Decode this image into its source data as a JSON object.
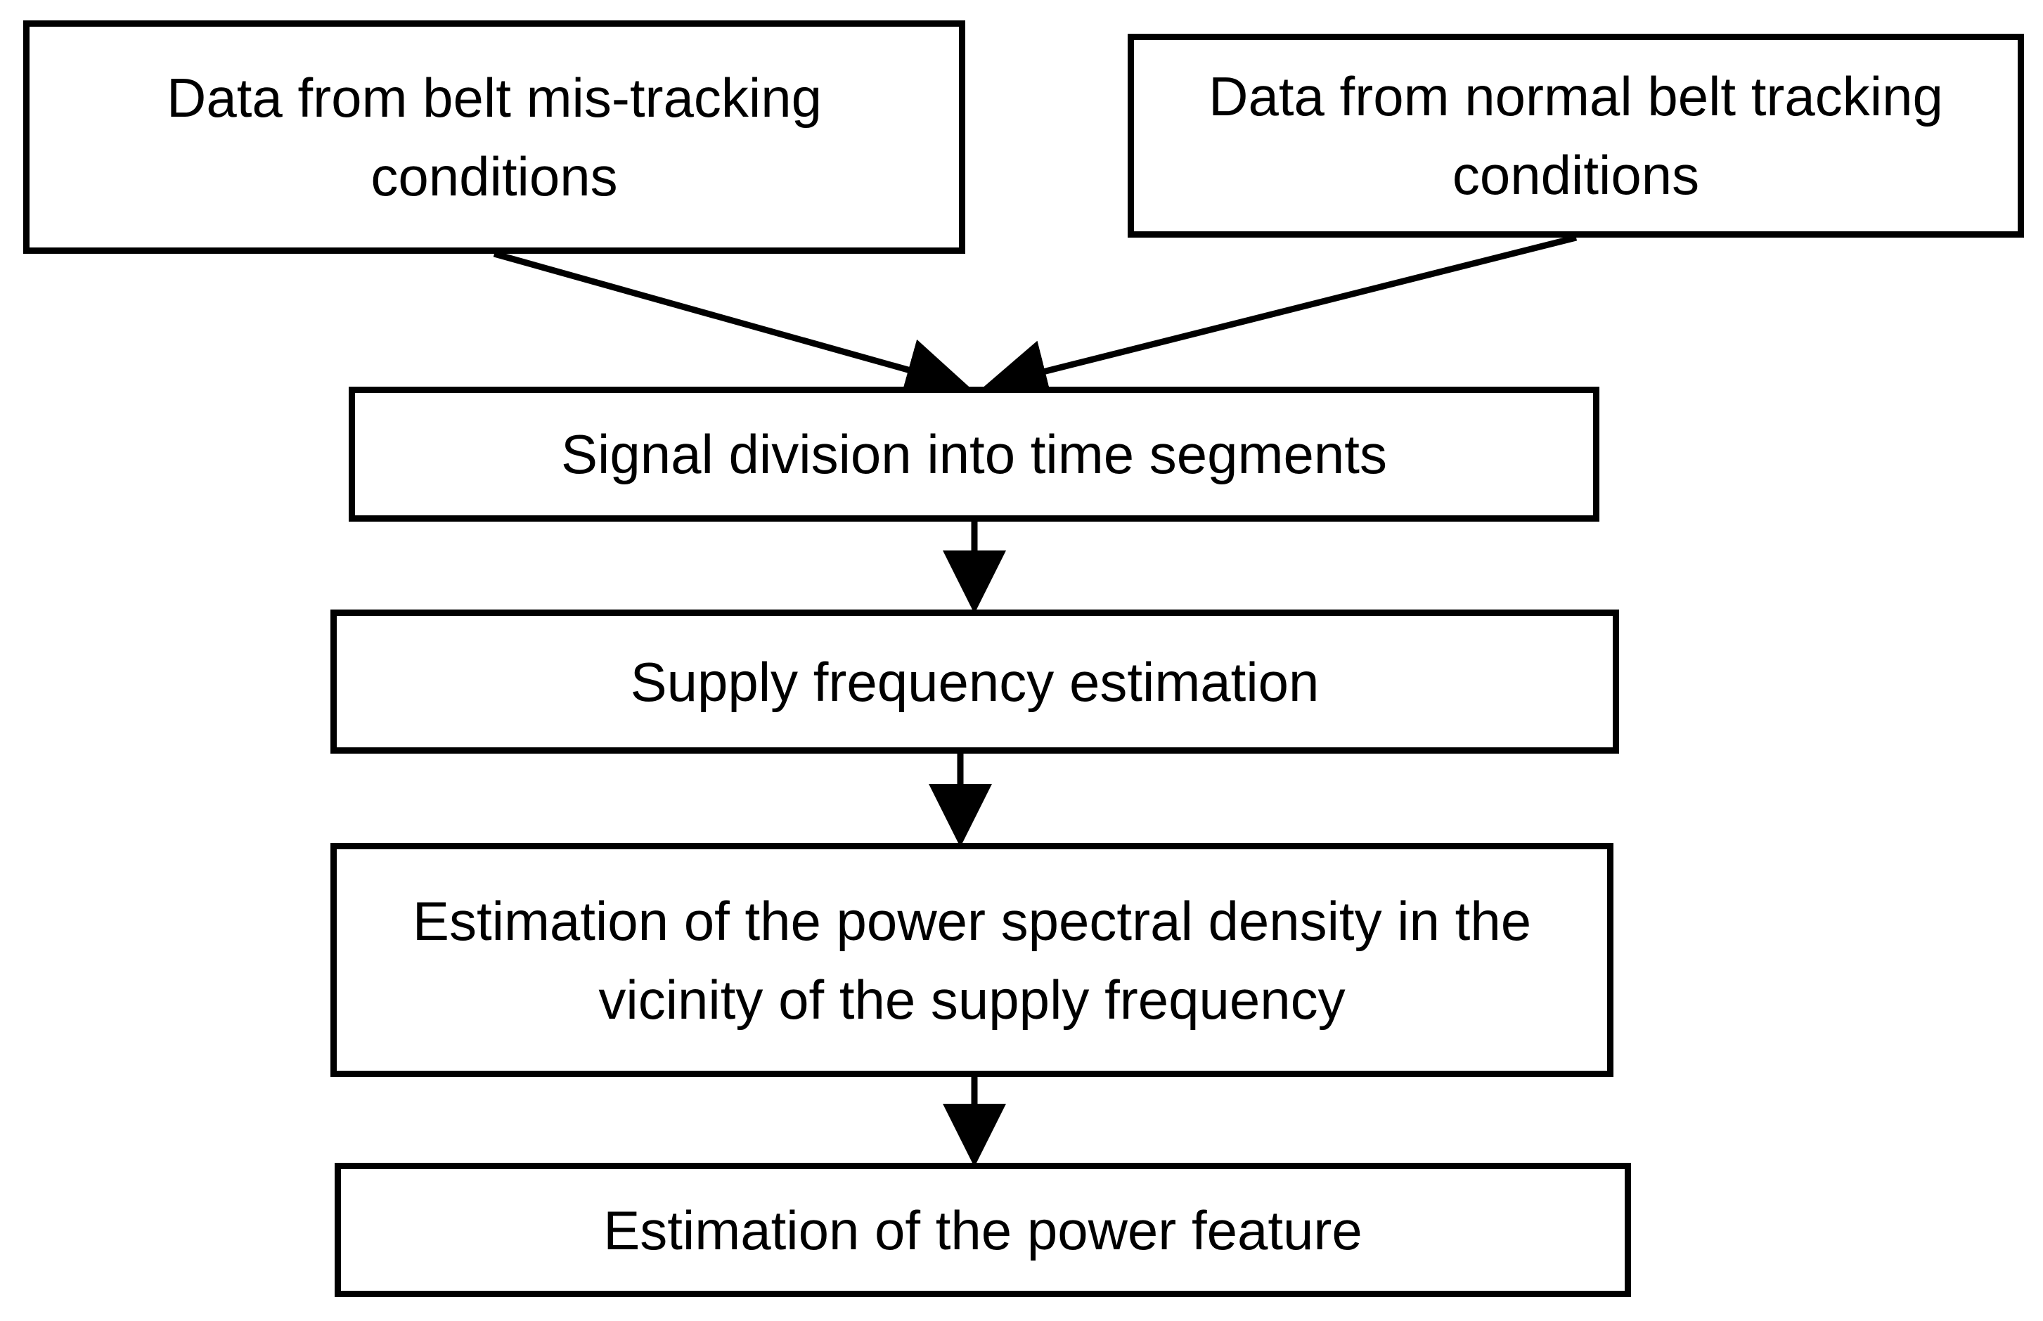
{
  "flowchart": {
    "inputs": {
      "misalignment": "Data from belt mis-tracking conditions",
      "normal": "Data from normal belt tracking conditions"
    },
    "steps": [
      "Signal division into time segments",
      "Supply frequency estimation",
      "Estimation of the power spectral density in the vicinity of the supply frequency",
      "Estimation of the power feature"
    ]
  },
  "colors": {
    "stroke": "#000000",
    "background": "#ffffff"
  }
}
